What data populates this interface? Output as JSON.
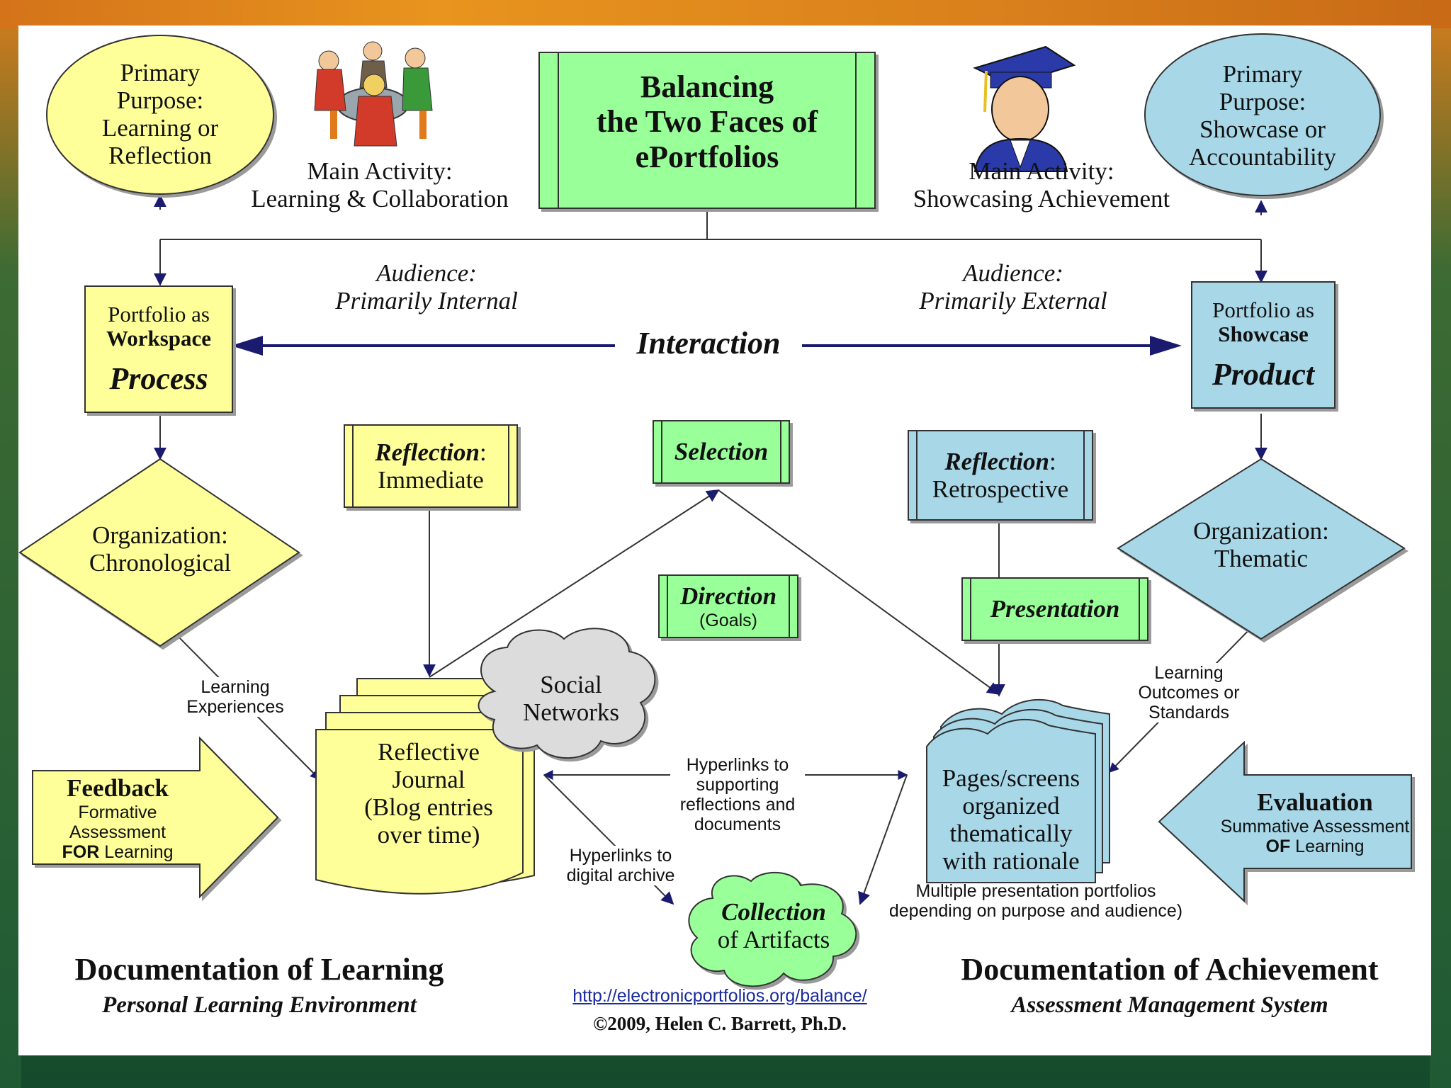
{
  "title": [
    "Balancing",
    "the Two Faces of",
    "ePortfolios"
  ],
  "left_purpose": [
    "Primary",
    "Purpose:",
    "Learning or",
    "Reflection"
  ],
  "right_purpose": [
    "Primary",
    "Purpose:",
    "Showcase or",
    "Accountability"
  ],
  "left_activity": [
    "Main Activity:",
    "Learning & Collaboration"
  ],
  "right_activity": [
    "Main Activity:",
    "Showcasing Achievement"
  ],
  "left_audience": [
    "Audience:",
    "Primarily Internal"
  ],
  "right_audience": [
    "Audience:",
    "Primarily External"
  ],
  "interaction": "Interaction",
  "workspace": {
    "line1": "Portfolio as",
    "line2": "Workspace",
    "line3": "Process"
  },
  "showcase": {
    "line1": "Portfolio as",
    "line2": "Showcase",
    "line3": "Product"
  },
  "left_org": [
    "Organization:",
    "Chronological"
  ],
  "right_org": [
    "Organization:",
    "Thematic"
  ],
  "reflection_immediate": {
    "label": "Reflection",
    "colon": ":",
    "sub": "Immediate"
  },
  "reflection_retro": {
    "label": "Reflection",
    "colon": ":",
    "sub": "Retrospective"
  },
  "selection": "Selection",
  "direction": {
    "label": "Direction",
    "sub": "(Goals)"
  },
  "presentation": "Presentation",
  "learning_experiences": [
    "Learning",
    "Experiences"
  ],
  "learning_outcomes": [
    "Learning",
    "Outcomes or",
    "Standards"
  ],
  "social_networks": [
    "Social",
    "Networks"
  ],
  "journal": [
    "Reflective",
    "Journal",
    "(Blog entries",
    "over time)"
  ],
  "pages": [
    "Pages/screens",
    "organized",
    "thematically",
    "with rationale"
  ],
  "hyperlinks_support": [
    "Hyperlinks to",
    "supporting",
    "reflections and",
    "documents"
  ],
  "hyperlinks_archive": [
    "Hyperlinks to",
    "digital archive"
  ],
  "collection": {
    "line1": "Collection",
    "line2": "of Artifacts"
  },
  "multiple_note": [
    "Multiple presentation portfolios",
    "depending on purpose and audience)"
  ],
  "feedback": {
    "title": "Feedback",
    "line2": "Formative Assessment",
    "bold": "FOR",
    "rest": " Learning"
  },
  "evaluation": {
    "title": "Evaluation",
    "line2": "Summative Assessment",
    "bold": "OF",
    "rest": " Learning"
  },
  "doc_learning": {
    "title": "Documentation of Learning",
    "sub": "Personal Learning Environment"
  },
  "doc_achievement": {
    "title": "Documentation of Achievement",
    "sub": "Assessment Management System"
  },
  "url": "http://electronicportfolios.org/balance/",
  "copyright": "©2009, Helen C. Barrett, Ph.D.",
  "colors": {
    "yellow": "#ffff99",
    "blue": "#99ccdd",
    "green": "#99ff99",
    "navy": "#1a1a6e",
    "line": "#333333"
  }
}
